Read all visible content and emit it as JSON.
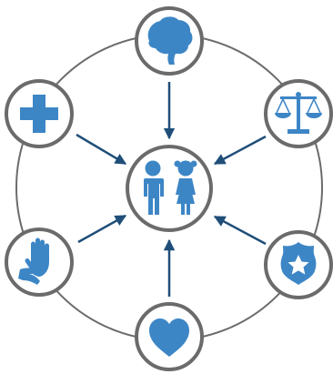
{
  "diagram": {
    "colors": {
      "ring": "#6b6b6b",
      "node_border": "#6b6b6b",
      "icon": "#3d86c6",
      "arrow": "#1f4e79",
      "background": "#ffffff"
    },
    "center": {
      "icon": "children-icon"
    },
    "nodes": [
      {
        "id": "brain",
        "icon": "brain-icon"
      },
      {
        "id": "justice",
        "icon": "scales-icon"
      },
      {
        "id": "police",
        "icon": "police-badge-icon"
      },
      {
        "id": "heart",
        "icon": "heart-icon"
      },
      {
        "id": "support",
        "icon": "helping-hand-icon"
      },
      {
        "id": "medical",
        "icon": "medical-cross-icon"
      }
    ]
  }
}
